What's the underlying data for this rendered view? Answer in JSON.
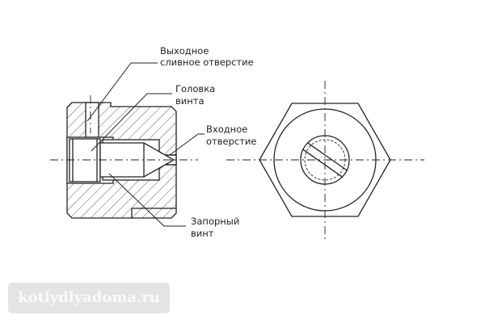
{
  "title": "Запорный винт — схема",
  "labels": {
    "drain_hole_1": "Выходное",
    "drain_hole_2": "сливное отверстие",
    "screw_head_1": "Головка",
    "screw_head_2": "винта",
    "inlet_1": "Входное",
    "inlet_2": "отверстие",
    "locking_screw_1": "Запорный",
    "locking_screw_2": "винт"
  },
  "watermark": "kotlydlyadoma.ru",
  "colors": {
    "line": "#222222",
    "watermark_bg": "#e4e4e4"
  }
}
